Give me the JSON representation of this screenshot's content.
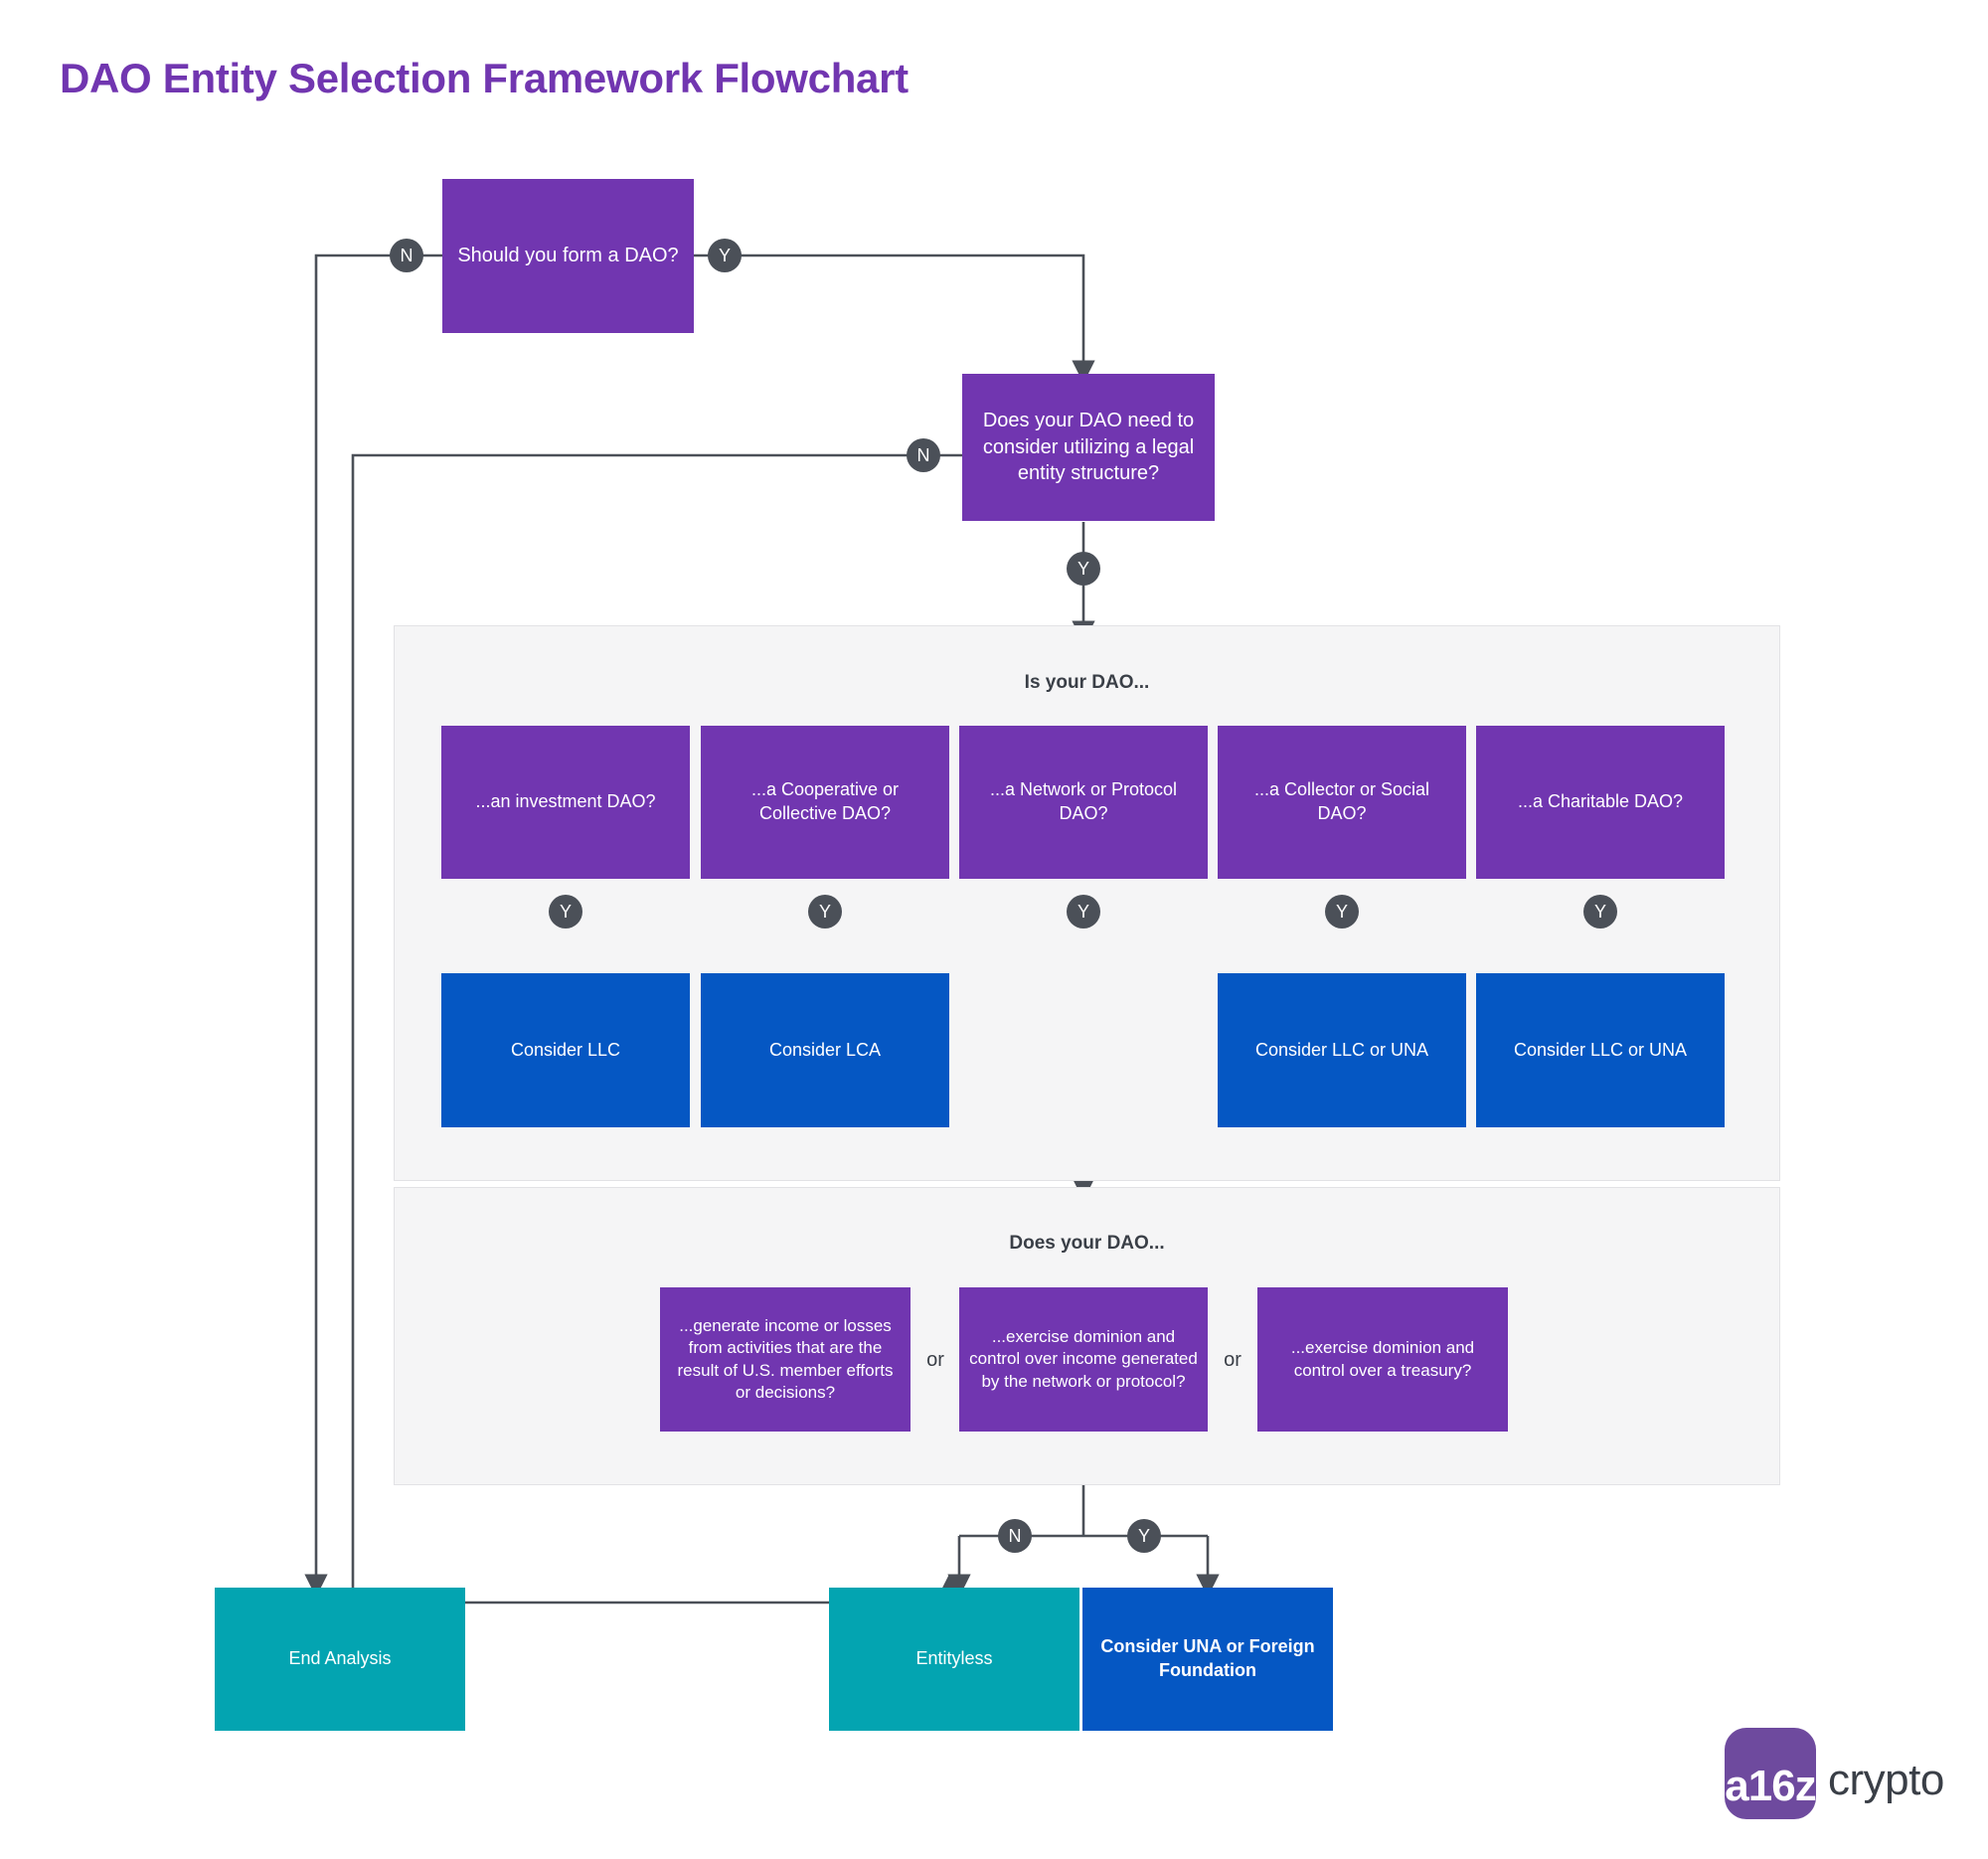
{
  "title": "DAO Entity Selection Framework Flowchart",
  "colors": {
    "purple": "#7136B0",
    "blue": "#0557C3",
    "teal": "#03A4B1",
    "badge": "#4B5058",
    "panel_bg": "#F5F5F6",
    "edge": "#4B5058",
    "title": "#7136B0"
  },
  "nodes": {
    "q1": "Should you form a DAO?",
    "q2": "Does your DAO need to consider utilizing a legal entity structure?",
    "end_analysis": "End Analysis",
    "entityless": "Entityless",
    "una_foreign": "Consider UNA or Foreign Foundation"
  },
  "group_is_your_dao": {
    "title": "Is your DAO...",
    "questions": [
      "...an investment DAO?",
      "...a Cooperative or Collective DAO?",
      "...a Network or Protocol DAO?",
      "...a Collector or Social DAO?",
      "...a Charitable DAO?"
    ],
    "answers": [
      "Consider LLC",
      "Consider LCA",
      "",
      "Consider LLC or UNA",
      "Consider LLC or UNA"
    ]
  },
  "group_does_your_dao": {
    "title": "Does your DAO...",
    "questions": [
      "...generate income or losses from activities that are the result of U.S. member efforts or decisions?",
      "...exercise dominion and control over income generated by the network or protocol?",
      "...exercise dominion and control over a treasury?"
    ],
    "connector": "or"
  },
  "badges": {
    "q1_no": "N",
    "q1_yes": "Y",
    "q2_no": "N",
    "q2_yes": "Y",
    "inv_yes": "Y",
    "coop_yes": "Y",
    "net_yes": "Y",
    "coll_yes": "Y",
    "char_yes": "Y",
    "final_no": "N",
    "final_yes": "Y"
  },
  "logo": {
    "mark": "a16z",
    "word": "crypto"
  }
}
